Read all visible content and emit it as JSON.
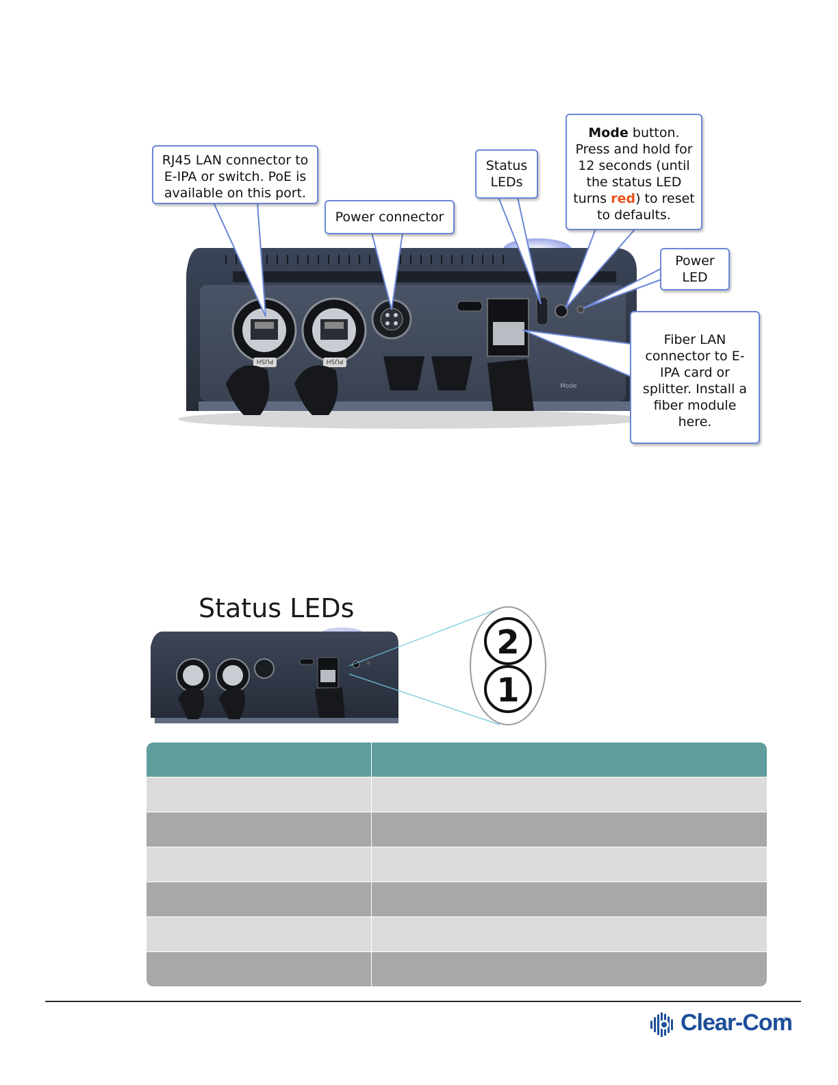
{
  "figure1": {
    "callouts": {
      "rj45": "RJ45 LAN connector to E-IPA or switch. PoE is available on this port.",
      "power_connector": "Power connector",
      "status_leds": "Status LEDs",
      "mode_bold": "Mode",
      "mode_pre": " button. Press and hold for 12 seconds (until the status LED turns ",
      "mode_red": "red",
      "mode_post": ") to reset to defaults.",
      "power_led": "Power LED",
      "fiber": "Fiber LAN connector to E-IPA card or splitter. Install a fiber module here."
    },
    "device_labels": {
      "push_1": "PUSH",
      "push_2": "PUSH",
      "mode_small": "Mode"
    }
  },
  "figure2": {
    "title": "Status LEDs",
    "led_numbers": [
      "2",
      "1"
    ]
  },
  "table": {
    "header": [
      "",
      ""
    ],
    "rows": [
      [
        "",
        ""
      ],
      [
        "",
        ""
      ],
      [
        "",
        ""
      ],
      [
        "",
        ""
      ],
      [
        "",
        ""
      ],
      [
        "",
        ""
      ]
    ]
  },
  "footer": {
    "brand": "Clear-Com",
    "registered": "®"
  },
  "colors": {
    "callout_border": "#6b86d6",
    "red_text": "#e8541c",
    "table_header": "#5f9e9c",
    "row_light": "#dcdcdc",
    "row_dark": "#a8a8a8",
    "brand_blue": "#1c4e9a"
  }
}
